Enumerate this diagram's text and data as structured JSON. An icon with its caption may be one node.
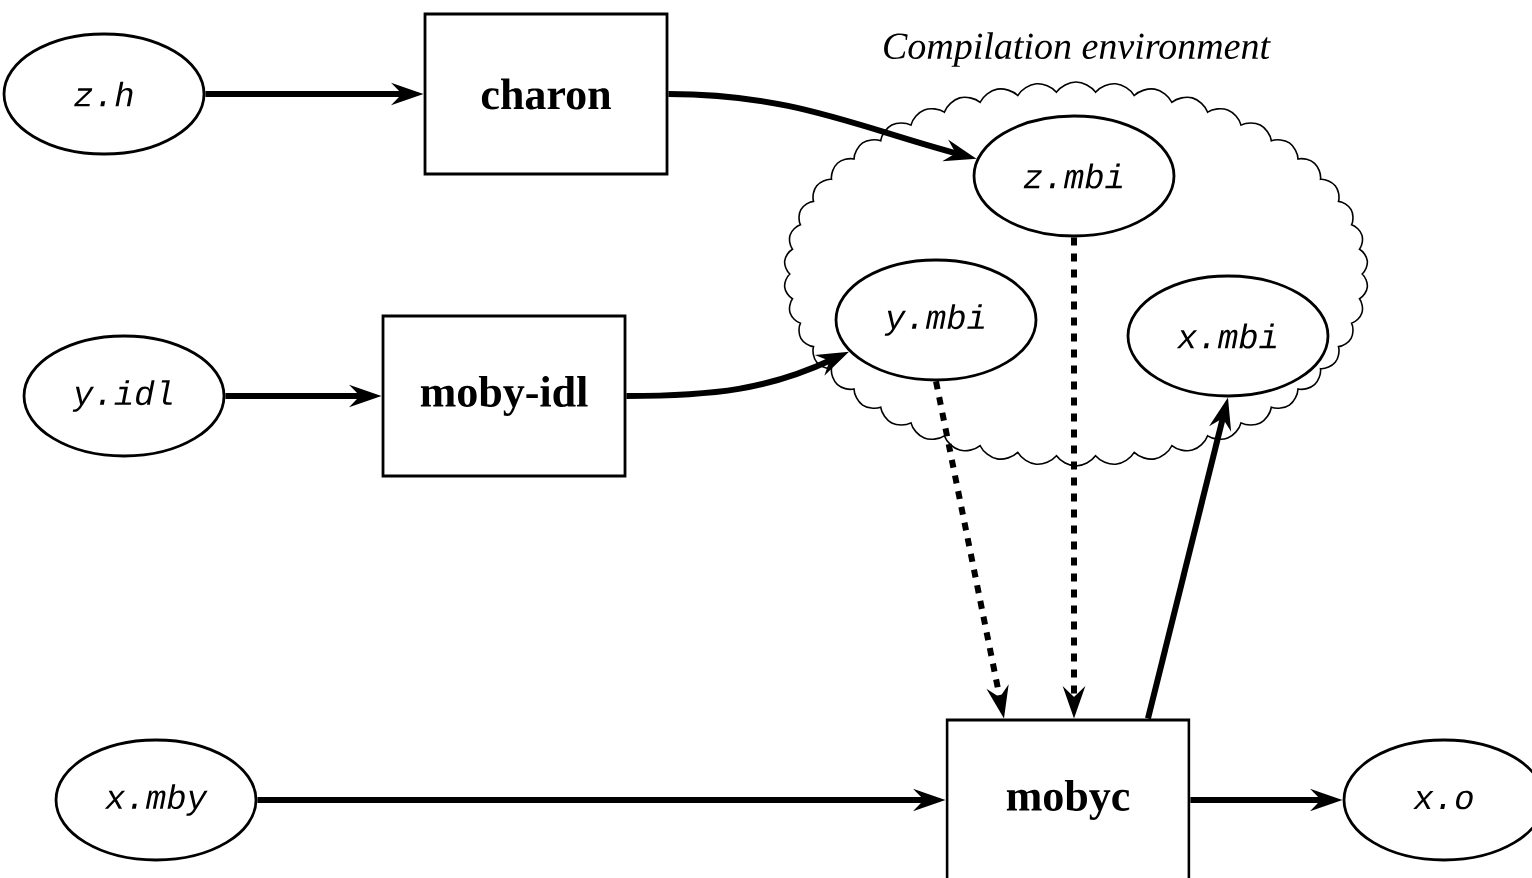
{
  "diagram": {
    "nodes": [
      {
        "text": [
          "z.h"
        ]
      },
      {
        "text": [
          "charon"
        ]
      },
      {
        "text": [
          "Compilation environment"
        ]
      },
      {
        "text": [
          "z.mbi"
        ],
        "in": 2
      },
      {
        "text": [
          "y.idl"
        ]
      },
      {
        "text": [
          "moby-idl"
        ]
      },
      {
        "text": [
          "y.mbi"
        ],
        "in": 2
      },
      {
        "text": [
          "x.mbi"
        ],
        "in": 2
      },
      {
        "text": [
          "x.mby"
        ]
      },
      {
        "text": [
          "mobyc"
        ]
      },
      {
        "text": [
          "x.o"
        ]
      }
    ],
    "edges": [
      {
        "from": 0,
        "to": 1,
        "arrow": "to"
      },
      {
        "from": 1,
        "to": 3,
        "arrow": "to"
      },
      {
        "from": 4,
        "to": 5,
        "arrow": "to"
      },
      {
        "from": 5,
        "to": 6,
        "arrow": "to"
      },
      {
        "from": 3,
        "to": 9,
        "arrow": "to",
        "style": "dashed"
      },
      {
        "from": 6,
        "to": 9,
        "arrow": "to",
        "style": "dashed"
      },
      {
        "from": 9,
        "to": 7,
        "arrow": "to"
      },
      {
        "from": 8,
        "to": 9,
        "arrow": "to"
      },
      {
        "from": 9,
        "to": 10,
        "arrow": "to"
      }
    ]
  }
}
